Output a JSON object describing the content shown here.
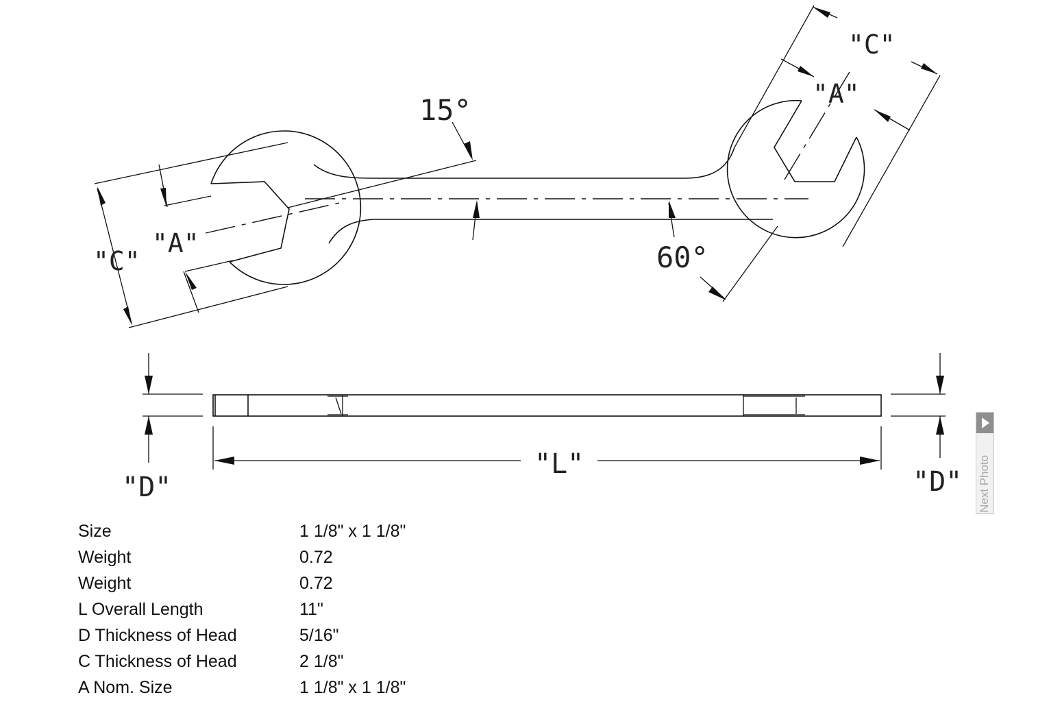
{
  "drawing": {
    "angle_left": "15°",
    "angle_right": "60°",
    "label_a_left": "\"A\"",
    "label_c_left": "\"C\"",
    "label_a_right": "\"A\"",
    "label_c_right": "\"C\"",
    "label_l": "\"L\"",
    "label_d_left": "\"D\"",
    "label_d_right": "\"D\""
  },
  "specs": [
    {
      "label": "Size",
      "value": "1 1/8\" x 1 1/8\""
    },
    {
      "label": "Weight",
      "value": "0.72"
    },
    {
      "label": "Weight",
      "value": "0.72"
    },
    {
      "label": "L Overall Length",
      "value": "11\""
    },
    {
      "label": "D Thickness of Head",
      "value": "5/16\""
    },
    {
      "label": "C Thickness of Head",
      "value": "2 1/8\""
    },
    {
      "label": "A Nom. Size",
      "value": "1 1/8\" x 1 1/8\""
    }
  ],
  "next_photo": {
    "label": "Next Photo",
    "icon": "play-arrow-icon"
  }
}
